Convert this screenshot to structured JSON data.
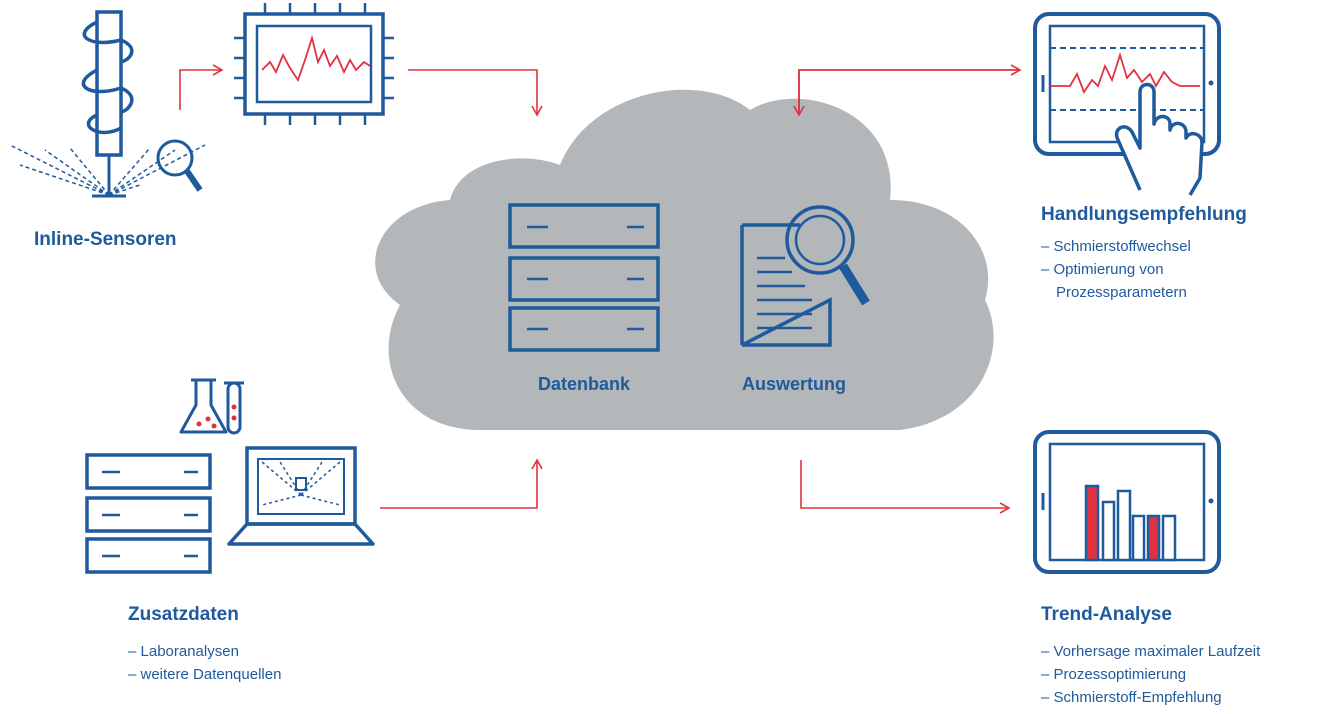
{
  "colors": {
    "blue": "#1f5a9c",
    "red": "#e0323f",
    "cloud": "#b3b7b9"
  },
  "cloud": {
    "database_label": "Datenbank",
    "analysis_label": "Auswertung"
  },
  "inline_sensors": {
    "title": "Inline-Sensoren"
  },
  "handlungsempfehlung": {
    "title": "Handlungsempfehlung",
    "items": [
      "– Schmierstoffwechsel",
      "– Optimierung von",
      "Prozessparametern"
    ]
  },
  "zusatzdaten": {
    "title": "Zusatzdaten",
    "items": [
      "– Laboranalysen",
      "– weitere Datenquellen"
    ]
  },
  "trend_analyse": {
    "title": "Trend-Analyse",
    "items": [
      "– Vorhersage maximaler Laufzeit",
      "– Prozessoptimierung",
      "– Schmierstoff-Empfehlung"
    ]
  },
  "icons": [
    "spindle-sensor-icon",
    "magnifier-icon",
    "monitor-chart-icon",
    "tablet-touch-chart-icon",
    "server-icon",
    "document-search-icon",
    "lab-flask-icon",
    "laptop-icon",
    "tablet-bar-chart-icon"
  ]
}
